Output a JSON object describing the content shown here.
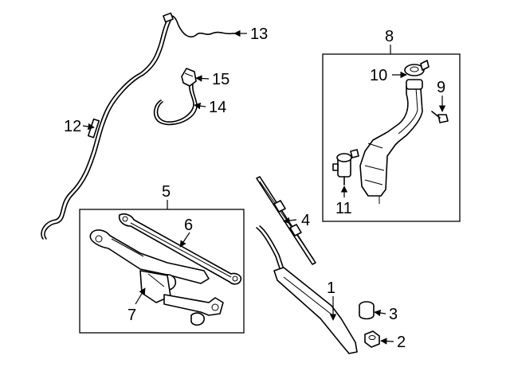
{
  "diagram": {
    "callouts": {
      "c1": "1",
      "c2": "2",
      "c3": "3",
      "c4": "4",
      "c5": "5",
      "c6": "6",
      "c7": "7",
      "c8": "8",
      "c9": "9",
      "c10": "10",
      "c11": "11",
      "c12": "12",
      "c13": "13",
      "c14": "14",
      "c15": "15"
    },
    "groups": [
      "washer-reservoir-group",
      "wiper-linkage-group"
    ]
  }
}
